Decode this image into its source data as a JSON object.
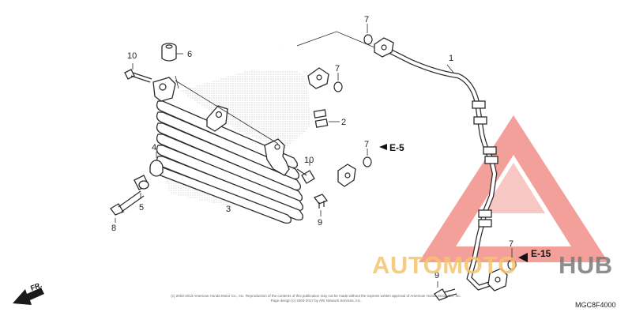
{
  "callouts": {
    "c1": "1",
    "c2": "2",
    "c3": "3",
    "c4": "4",
    "c5": "5",
    "c6": "6",
    "c7a": "7",
    "c7b": "7",
    "c7c": "7",
    "c7d": "7",
    "c8": "8",
    "c9a": "9",
    "c9b": "9",
    "c10a": "10",
    "c10b": "10"
  },
  "refs": {
    "e5": "E-5",
    "e15": "E-15"
  },
  "direction_label": "FR.",
  "diagram_code": "MGC8F4000",
  "copyright_line1": "(c) 2003-2013 American Honda Motor Co., Inc. Reproduction of the contents of this publication may not be made without the express written approval of American Honda Motor Co., Inc.",
  "copyright_line2": "Page design (c) 2004-2017 by ARI Network Services, Inc.",
  "watermark": {
    "text_a": "AUTOMOTO",
    "text_b": "HUB",
    "colors": {
      "triangle": "#f0817a",
      "text_a": "#f5c36b",
      "text_b": "#7a7a7a"
    }
  }
}
